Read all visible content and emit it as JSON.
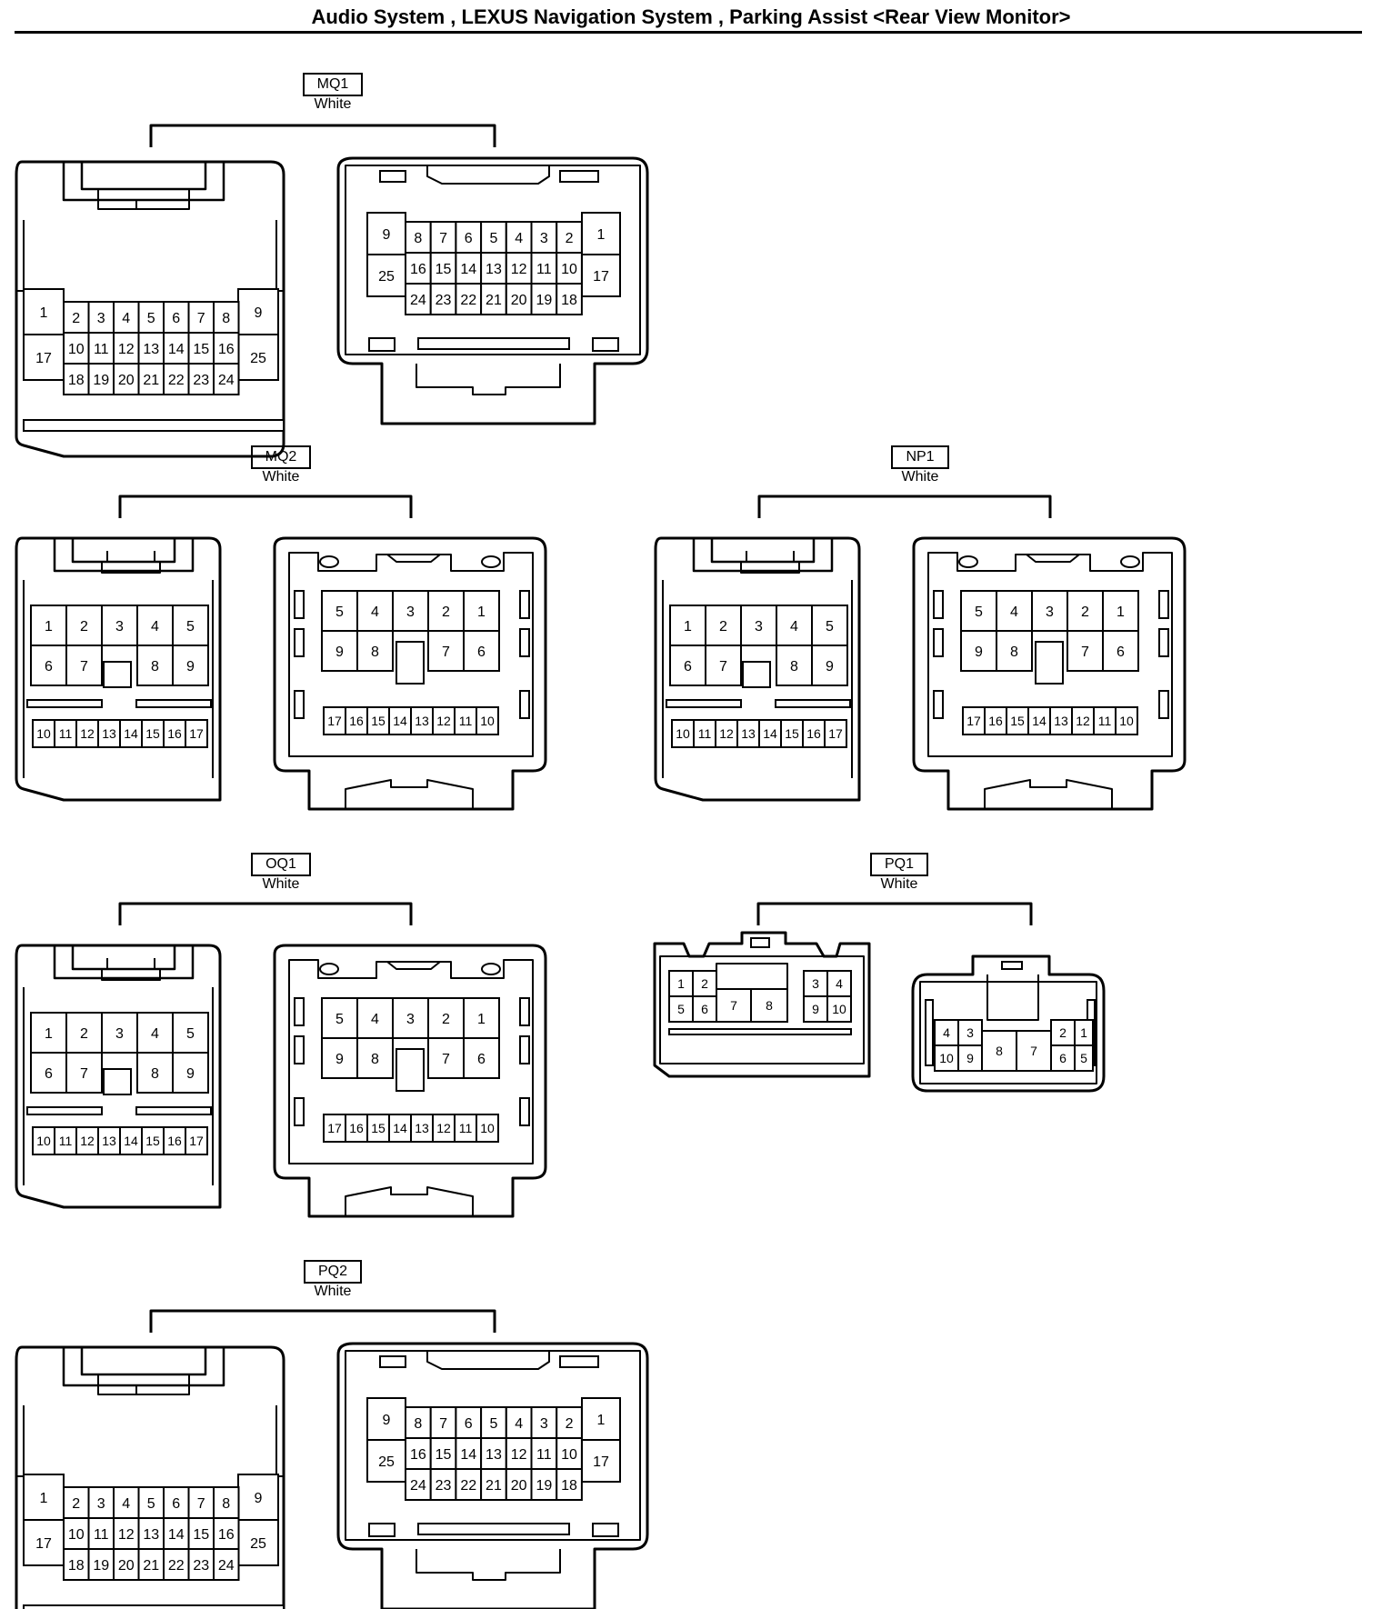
{
  "title": "Audio System , LEXUS Navigation System , Parking Assist <Rear View Monitor>",
  "connectors": [
    {
      "code": "MQ1",
      "color": "White"
    },
    {
      "code": "MQ2",
      "color": "White"
    },
    {
      "code": "NP1",
      "color": "White"
    },
    {
      "code": "OQ1",
      "color": "White"
    },
    {
      "code": "PQ1",
      "color": "White"
    },
    {
      "code": "PQ2",
      "color": "White"
    }
  ]
}
